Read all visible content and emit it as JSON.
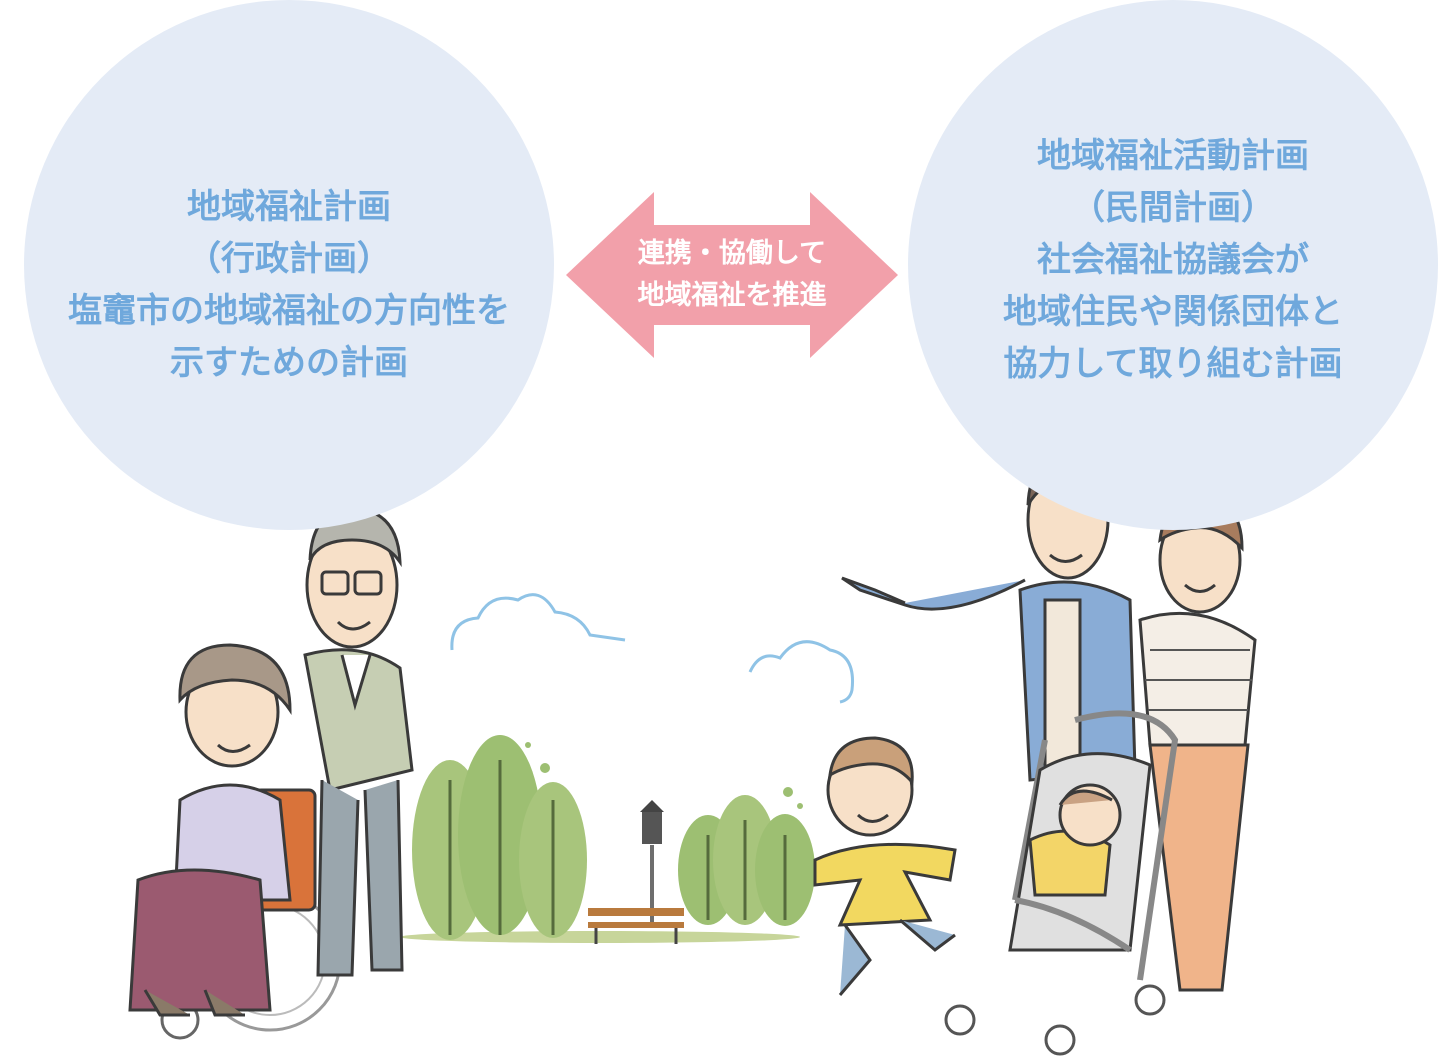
{
  "left_plan": {
    "lines": [
      "地域福祉計画",
      "（行政計画）",
      "塩竈市の地域福祉の方向性を",
      "示すための計画"
    ]
  },
  "right_plan": {
    "lines": [
      "地域福祉活動計画",
      "（民間計画）",
      "社会福祉協議会が",
      "地域住民や関係団体と",
      "協力して取り組む計画"
    ]
  },
  "arrow": {
    "lines": [
      "連携・協働して",
      "地域福祉を推進"
    ]
  },
  "colors": {
    "circle": "#e4ebf6",
    "circle_text": "#6fa8dc",
    "arrow": "#f2a0aa",
    "arrow_text": "#ffffff"
  }
}
